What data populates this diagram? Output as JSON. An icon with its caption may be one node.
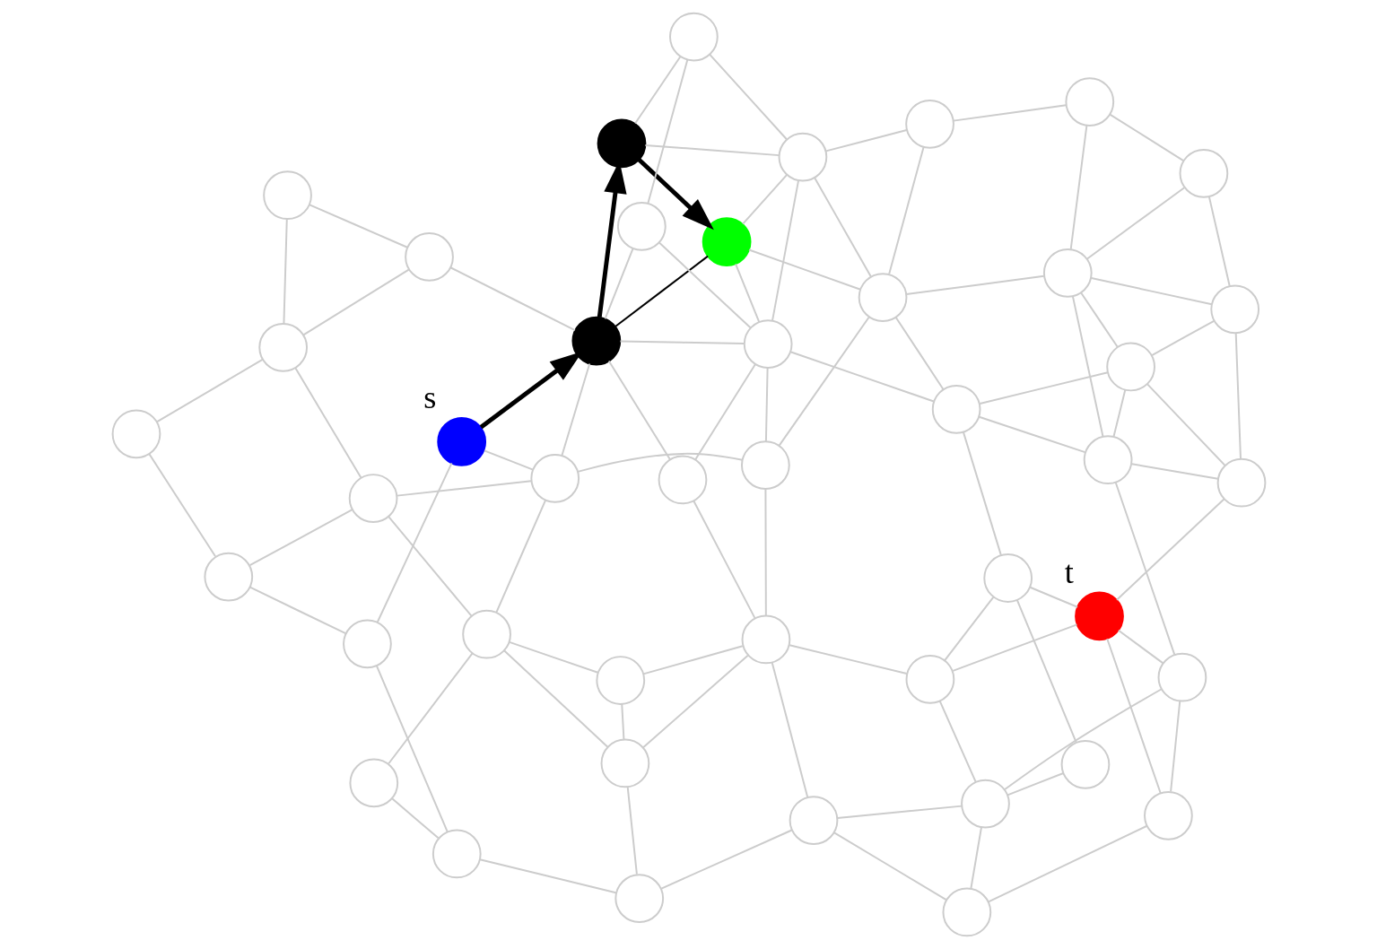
{
  "diagram": {
    "nodes": [
      {
        "text": [],
        "shape": "circle"
      },
      {
        "text": [],
        "shape": "circle"
      },
      {
        "text": [],
        "shape": "circle"
      },
      {
        "text": [],
        "shape": "circle"
      },
      {
        "text": [],
        "shape": "circle"
      },
      {
        "text": [],
        "shape": "circle"
      },
      {
        "text": [],
        "shape": "circle"
      },
      {
        "text": [],
        "shape": "circle"
      },
      {
        "text": [],
        "shape": "circle"
      },
      {
        "text": [],
        "shape": "circle"
      },
      {
        "text": [],
        "shape": "circle"
      },
      {
        "text": [],
        "shape": "circle"
      },
      {
        "text": [],
        "shape": "circle"
      },
      {
        "text": [],
        "shape": "circle"
      },
      {
        "text": [],
        "shape": "circle"
      },
      {
        "text": [],
        "shape": "circle",
        "beside": [
          "t"
        ]
      },
      {
        "text": [],
        "shape": "circle"
      },
      {
        "text": [],
        "shape": "circle"
      },
      {
        "text": [],
        "shape": "circle"
      },
      {
        "text": [],
        "shape": "circle"
      },
      {
        "text": [],
        "shape": "circle"
      },
      {
        "text": [],
        "shape": "circle"
      },
      {
        "text": [],
        "shape": "circle"
      },
      {
        "text": [],
        "shape": "circle"
      },
      {
        "text": [],
        "shape": "circle"
      },
      {
        "text": [],
        "shape": "circle"
      },
      {
        "text": [],
        "shape": "circle"
      },
      {
        "text": [],
        "shape": "circle",
        "beside": [
          "s"
        ]
      },
      {
        "text": [],
        "shape": "circle"
      },
      {
        "text": [],
        "shape": "circle"
      },
      {
        "text": [],
        "shape": "circle"
      },
      {
        "text": [],
        "shape": "circle"
      },
      {
        "text": [],
        "shape": "circle"
      },
      {
        "text": [],
        "shape": "circle"
      },
      {
        "text": [],
        "shape": "circle"
      },
      {
        "text": [],
        "shape": "circle"
      },
      {
        "text": [],
        "shape": "circle"
      },
      {
        "text": [],
        "shape": "circle"
      },
      {
        "text": [],
        "shape": "circle"
      },
      {
        "text": [],
        "shape": "circle"
      },
      {
        "text": [],
        "shape": "circle"
      },
      {
        "text": [],
        "shape": "circle"
      },
      {
        "text": [],
        "shape": "circle"
      },
      {
        "text": [],
        "shape": "circle"
      }
    ],
    "edges": [
      {
        "from": 0,
        "to": 1,
        "arrow": "none"
      },
      {
        "from": 5,
        "to": 0,
        "arrow": "none"
      },
      {
        "from": 7,
        "to": 0,
        "arrow": "none"
      },
      {
        "from": 1,
        "to": 6,
        "arrow": "none"
      },
      {
        "from": 1,
        "to": 2,
        "arrow": "none"
      },
      {
        "from": 2,
        "to": 3,
        "arrow": "none"
      },
      {
        "from": 3,
        "to": 4,
        "arrow": "none"
      },
      {
        "from": 2,
        "to": 8,
        "arrow": "none"
      },
      {
        "from": 3,
        "to": 8,
        "arrow": "none"
      },
      {
        "from": 4,
        "to": 9,
        "arrow": "none"
      },
      {
        "from": 4,
        "to": 15,
        "arrow": "none"
      },
      {
        "from": 8,
        "to": 9,
        "arrow": "none"
      },
      {
        "from": 8,
        "to": 12,
        "arrow": "none"
      },
      {
        "from": 8,
        "to": 14,
        "arrow": "none"
      },
      {
        "from": 9,
        "to": 15,
        "arrow": "none"
      },
      {
        "from": 9,
        "to": 20,
        "arrow": "none"
      },
      {
        "from": 2,
        "to": 11,
        "arrow": "none"
      },
      {
        "from": 11,
        "to": 12,
        "arrow": "none"
      },
      {
        "from": 12,
        "to": 15,
        "arrow": "none"
      },
      {
        "from": 12,
        "to": 19,
        "arrow": "none"
      },
      {
        "from": 14,
        "to": 19,
        "arrow": "none"
      },
      {
        "from": 19,
        "to": 15,
        "arrow": "none"
      },
      {
        "from": 15,
        "to": 21,
        "arrow": "none"
      },
      {
        "from": 20,
        "to": 21,
        "arrow": "none"
      },
      {
        "from": 5,
        "to": 10,
        "arrow": "none"
      },
      {
        "from": 5,
        "to": 27,
        "arrow": "none"
      },
      {
        "from": 7,
        "to": 13,
        "arrow": "none"
      },
      {
        "from": 6,
        "to": 13,
        "arrow": "none"
      },
      {
        "from": 6,
        "to": 11,
        "arrow": "none"
      },
      {
        "from": 6,
        "to": 17,
        "arrow": "none"
      },
      {
        "from": 11,
        "to": 17,
        "arrow": "none"
      },
      {
        "from": 11,
        "to": 22,
        "arrow": "none"
      },
      {
        "from": 11,
        "to": 25,
        "arrow": "none"
      },
      {
        "from": 13,
        "to": 17,
        "arrow": "none"
      },
      {
        "from": 13,
        "to": 16,
        "arrow": "none"
      },
      {
        "from": 13,
        "to": 24,
        "arrow": "none"
      },
      {
        "from": 10,
        "to": 18,
        "arrow": "none"
      },
      {
        "from": 10,
        "to": 16,
        "arrow": "none"
      },
      {
        "from": 16,
        "to": 23,
        "arrow": "none"
      },
      {
        "from": 16,
        "to": 24,
        "arrow": "none"
      },
      {
        "from": 18,
        "to": 23,
        "arrow": "none"
      },
      {
        "from": 23,
        "to": 26,
        "arrow": "none"
      },
      {
        "from": 23,
        "to": 33,
        "arrow": "none"
      },
      {
        "from": 26,
        "to": 33,
        "arrow": "none"
      },
      {
        "from": 24,
        "to": 22,
        "arrow": "none"
      },
      {
        "from": 24,
        "to": 27,
        "arrow": "none"
      },
      {
        "from": 24,
        "to": 32,
        "arrow": "none"
      },
      {
        "from": 25,
        "to": 28,
        "arrow": "none"
      },
      {
        "from": 25,
        "to": 32,
        "arrow": "none"
      },
      {
        "from": 32,
        "to": 28,
        "arrow": "none"
      },
      {
        "from": 33,
        "to": 32,
        "arrow": "none"
      },
      {
        "from": 22,
        "to": 28,
        "arrow": "none"
      },
      {
        "from": 22,
        "to": 36,
        "arrow": "none"
      },
      {
        "from": 28,
        "to": 29,
        "arrow": "none"
      },
      {
        "from": 28,
        "to": 35,
        "arrow": "none"
      },
      {
        "from": 28,
        "to": 41,
        "arrow": "none"
      },
      {
        "from": 39,
        "to": 28,
        "arrow": "none"
      },
      {
        "from": 19,
        "to": 29,
        "arrow": "none"
      },
      {
        "from": 20,
        "to": 29,
        "arrow": "none"
      },
      {
        "from": 20,
        "to": 37,
        "arrow": "none"
      },
      {
        "from": 20,
        "to": 30,
        "arrow": "none"
      },
      {
        "from": 21,
        "to": 30,
        "arrow": "none"
      },
      {
        "from": 21,
        "to": 31,
        "arrow": "none"
      },
      {
        "from": 29,
        "to": 30,
        "arrow": "none"
      },
      {
        "from": 29,
        "to": 36,
        "arrow": "none"
      },
      {
        "from": 30,
        "to": 31,
        "arrow": "none"
      },
      {
        "from": 30,
        "to": 37,
        "arrow": "none"
      },
      {
        "from": 31,
        "to": 37,
        "arrow": "none"
      },
      {
        "from": 31,
        "to": 38,
        "arrow": "none"
      },
      {
        "from": 37,
        "to": 36,
        "arrow": "none"
      },
      {
        "from": 37,
        "to": 38,
        "arrow": "none"
      },
      {
        "from": 37,
        "to": 42,
        "arrow": "none"
      },
      {
        "from": 38,
        "to": 42,
        "arrow": "none"
      },
      {
        "from": 36,
        "to": 41,
        "arrow": "none"
      },
      {
        "from": 36,
        "to": 43,
        "arrow": "none"
      },
      {
        "from": 35,
        "to": 36,
        "arrow": "none"
      },
      {
        "from": 35,
        "to": 41,
        "arrow": "none"
      },
      {
        "from": 41,
        "to": 43,
        "arrow": "none"
      },
      {
        "from": 43,
        "to": 42,
        "arrow": "none"
      },
      {
        "from": 34,
        "to": 41,
        "arrow": "none"
      },
      {
        "from": 34,
        "to": 40,
        "arrow": "none"
      },
      {
        "from": 32,
        "to": 39,
        "arrow": "none"
      },
      {
        "from": 39,
        "to": 40,
        "arrow": "none"
      },
      {
        "from": 40,
        "to": 41,
        "arrow": "none"
      },
      {
        "from": 32,
        "to": 35,
        "arrow": "none",
        "color": "#000000"
      },
      {
        "from": 27,
        "to": 32,
        "arrow": "to",
        "style": "thick",
        "color": "#000000"
      },
      {
        "from": 32,
        "to": 34,
        "arrow": "to",
        "style": "thick",
        "color": "#000000"
      },
      {
        "from": 34,
        "to": 35,
        "arrow": "to",
        "style": "thick",
        "color": "#000000"
      }
    ]
  }
}
